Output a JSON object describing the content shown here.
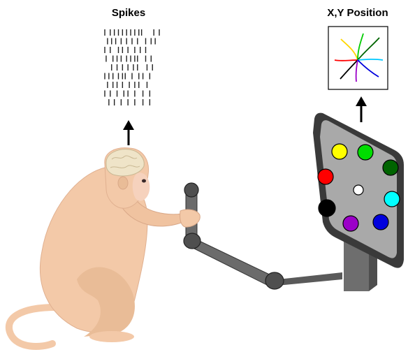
{
  "labels": {
    "spikes": "Spikes",
    "position": "X,Y Position"
  },
  "colors": {
    "monkey_fur": "#f3c9a8",
    "monkey_shadow": "#d9a888",
    "brain": "#efe4c8",
    "panel": "#4a4a4a",
    "panel_face": "#a9a9a9",
    "arm": "#6b6b6b",
    "joint": "#4f4f4f"
  },
  "targets": [
    {
      "name": "yellow",
      "color": "#ffff00"
    },
    {
      "name": "green",
      "color": "#00dd00"
    },
    {
      "name": "dark-green",
      "color": "#006400"
    },
    {
      "name": "red",
      "color": "#ff0000"
    },
    {
      "name": "white",
      "color": "#ffffff"
    },
    {
      "name": "cyan",
      "color": "#00ffff"
    },
    {
      "name": "black",
      "color": "#000000"
    },
    {
      "name": "purple",
      "color": "#9b00c8"
    },
    {
      "name": "blue",
      "color": "#0000dd"
    }
  ],
  "trajectories": [
    {
      "color": "#ffd700"
    },
    {
      "color": "#00cc00"
    },
    {
      "color": "#006400"
    },
    {
      "color": "#ff0000"
    },
    {
      "color": "#00c8ff"
    },
    {
      "color": "#000000"
    },
    {
      "color": "#9b00c8"
    },
    {
      "color": "#0000dd"
    }
  ]
}
